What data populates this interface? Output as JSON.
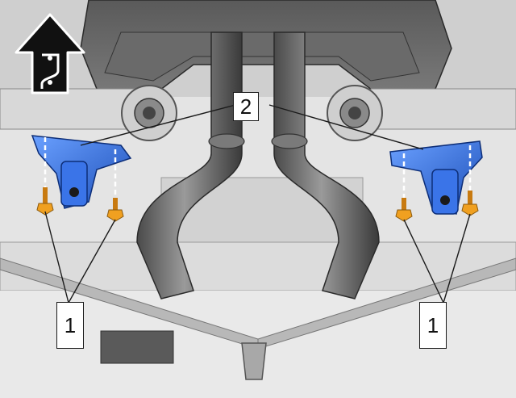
{
  "callouts": {
    "label_2": "2",
    "label_1_left": "1",
    "label_1_right": "1"
  },
  "parts": {
    "bracket_color": "#2f6fe0",
    "bolt_color": "#f0a020",
    "line_color": "#1a1a1a"
  },
  "icons": {
    "front_direction": "up-arrow-icon"
  }
}
